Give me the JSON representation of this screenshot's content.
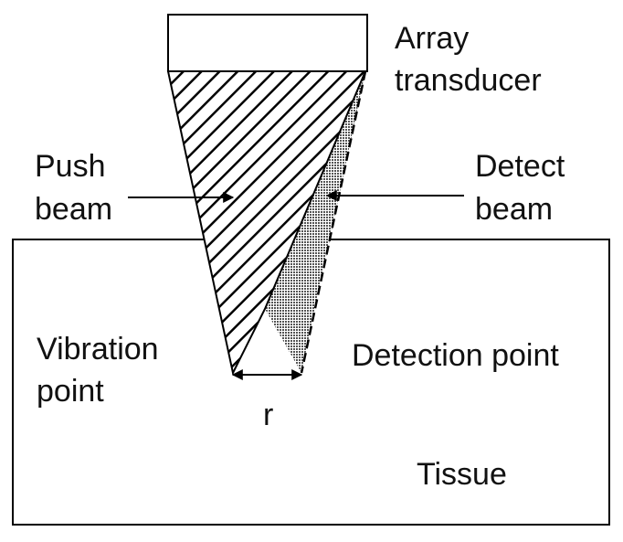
{
  "diagram": {
    "transducer_label": [
      "Array",
      "transducer"
    ],
    "push_beam_label": [
      "Push",
      "beam"
    ],
    "detect_beam_label": [
      "Detect",
      "beam"
    ],
    "vibration_point_label": [
      "Vibration",
      "point"
    ],
    "detection_point_label": "Detection point",
    "distance_label": "r",
    "tissue_label": "Tissue"
  },
  "colors": {
    "stroke": "#000000",
    "background": "#ffffff",
    "detect_fill": "#808080"
  }
}
